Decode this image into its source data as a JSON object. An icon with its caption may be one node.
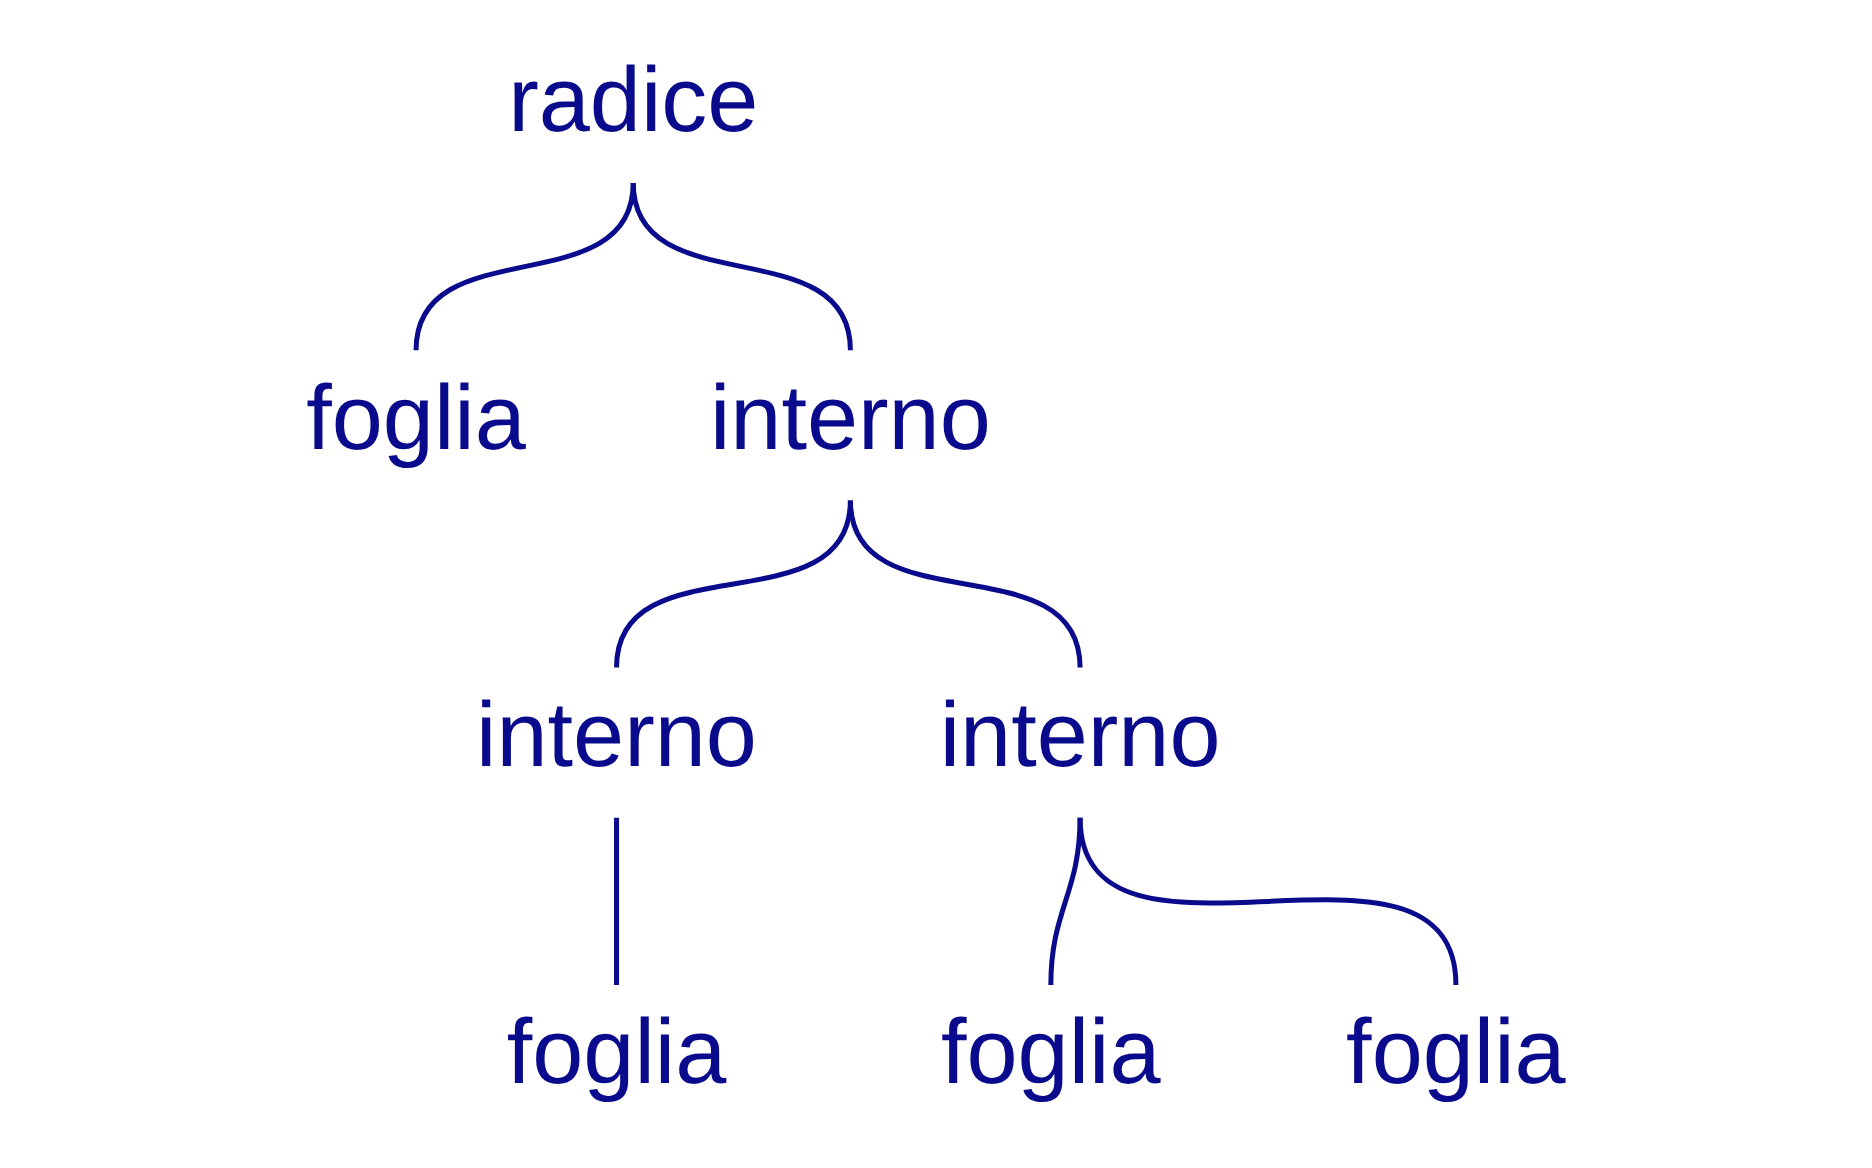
{
  "diagram": {
    "nodes": [
      {
        "text": [
          "radice"
        ]
      },
      {
        "text": [
          "foglia"
        ]
      },
      {
        "text": [
          "interno"
        ]
      },
      {
        "text": [
          "interno"
        ]
      },
      {
        "text": [
          "interno"
        ]
      },
      {
        "text": [
          "foglia"
        ]
      },
      {
        "text": [
          "foglia"
        ]
      },
      {
        "text": [
          "foglia"
        ]
      }
    ],
    "edges": [
      {
        "from": 0,
        "to": 1,
        "arrow": "none"
      },
      {
        "from": 0,
        "to": 2,
        "arrow": "none"
      },
      {
        "from": 2,
        "to": 3,
        "arrow": "none"
      },
      {
        "from": 2,
        "to": 4,
        "arrow": "none"
      },
      {
        "from": 3,
        "to": 5,
        "arrow": "none"
      },
      {
        "from": 4,
        "to": 6,
        "arrow": "none"
      },
      {
        "from": 4,
        "to": 7,
        "arrow": "none"
      }
    ]
  }
}
